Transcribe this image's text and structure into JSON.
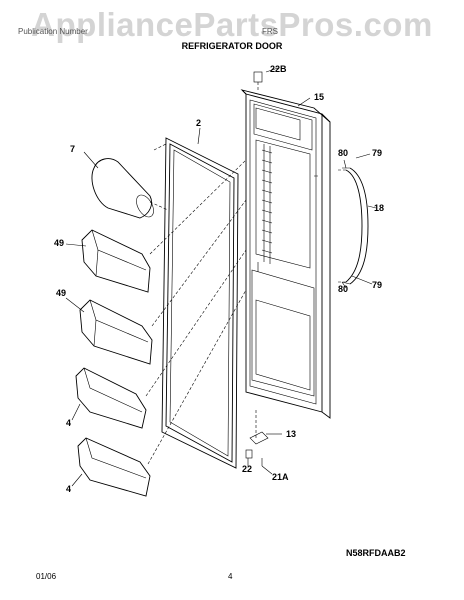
{
  "watermark": "AppliancePartsPros.com",
  "header": {
    "left_text": "Publication Number",
    "model_text": "FRS"
  },
  "title": "REFRIGERATOR DOOR",
  "callouts": {
    "c22b": "22B",
    "c15": "15",
    "c2": "2",
    "c7": "7",
    "c80a": "80",
    "c79a": "79",
    "c18": "18",
    "c49a": "49",
    "c49b": "49",
    "c80b": "80",
    "c79b": "79",
    "c4a": "4",
    "c4b": "4",
    "c13": "13",
    "c22": "22",
    "c21a": "21A"
  },
  "model_code": "N58RFDAAB2",
  "footer": {
    "date": "01/06",
    "page": "4"
  }
}
